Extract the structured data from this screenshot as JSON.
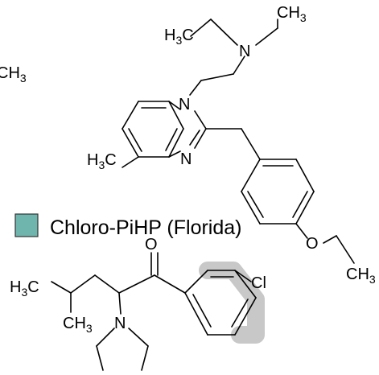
{
  "top_structure": {
    "atoms": {
      "partial_ch3_left": "CH",
      "partial_ch3_left_sub": "3",
      "n_amine": "N",
      "ch3_top_right": "CH",
      "ch3_top_right_sub": "3",
      "h3c_top_left": "H",
      "h3c_top_left_sub": "3",
      "h3c_top_left_tail": "C",
      "n1_ring": "N",
      "n_imine": "N",
      "h3c_benz": "H",
      "h3c_benz_sub": "3",
      "h3c_benz_tail": "C",
      "o_ether": "O",
      "ch3_ether": "CH",
      "ch3_ether_sub": "3"
    }
  },
  "legend": {
    "swatch_color": "#6fb5ad",
    "label": "Chloro-PiHP (Florida)"
  },
  "bottom_structure": {
    "atoms": {
      "o_ketone": "O",
      "cl": "Cl",
      "h3c_left": "H",
      "h3c_left_sub": "3",
      "h3c_left_tail": "C",
      "ch3_mid": "CH",
      "ch3_mid_sub": "3",
      "n_pyrrolidine": "N"
    },
    "highlight_color": "#c8c8c8"
  }
}
